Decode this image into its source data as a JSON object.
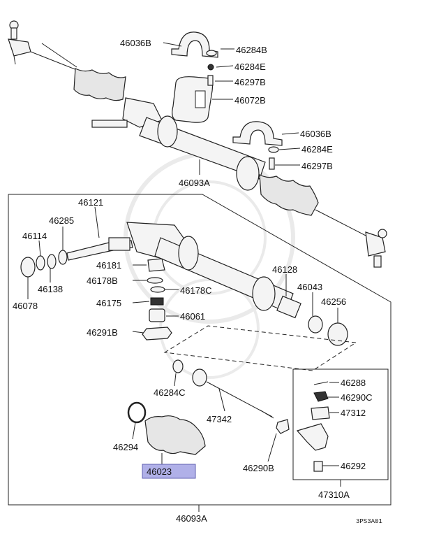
{
  "labels": {
    "l46036b_top": "46036B",
    "l46284b": "46284B",
    "l46284e_top": "46284E",
    "l46297b_top": "46297B",
    "l46072b": "46072B",
    "l46036b_mid": "46036B",
    "l46284e_mid": "46284E",
    "l46297b_mid": "46297B",
    "l46093a_top": "46093A",
    "l46121": "46121",
    "l46285": "46285",
    "l46114": "46114",
    "l46138": "46138",
    "l46078": "46078",
    "l46181": "46181",
    "l46178b": "46178B",
    "l46178c": "46178C",
    "l46175": "46175",
    "l46061": "46061",
    "l46291b": "46291B",
    "l46128": "46128",
    "l46043": "46043",
    "l46256": "46256",
    "l46284c": "46284C",
    "l47342": "47342",
    "l46294": "46294",
    "l46023": "46023",
    "l46290b": "46290B",
    "l46288": "46288",
    "l46290c": "46290C",
    "l47312": "47312",
    "l46292": "46292",
    "l47310a": "47310A",
    "l46093a_bottom": "46093A",
    "diagram_code": "3PS3A01"
  },
  "colors": {
    "highlight_fill": "#b0b0e8",
    "highlight_stroke": "#6060b0",
    "line": "#222222"
  }
}
